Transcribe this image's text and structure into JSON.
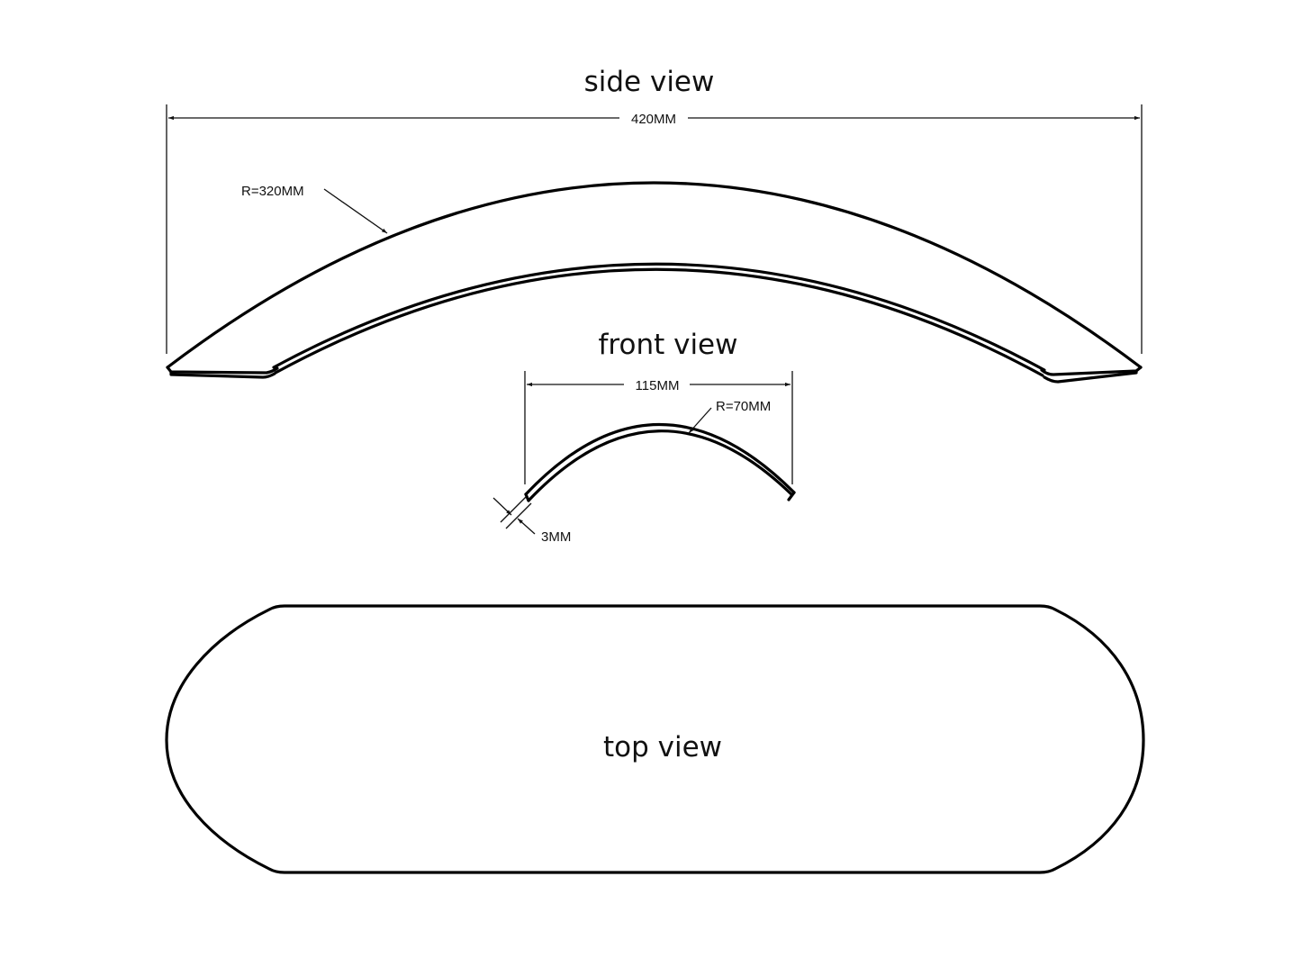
{
  "side_view": {
    "title": "side view",
    "width_dimension": "420MM",
    "radius_label": "R=320MM"
  },
  "front_view": {
    "title": "front view",
    "width_dimension": "115MM",
    "radius_label": "R=70MM",
    "thickness_label": "3MM"
  },
  "top_view": {
    "title": "top view"
  },
  "colors": {
    "line": "#000000",
    "background": "#ffffff"
  }
}
